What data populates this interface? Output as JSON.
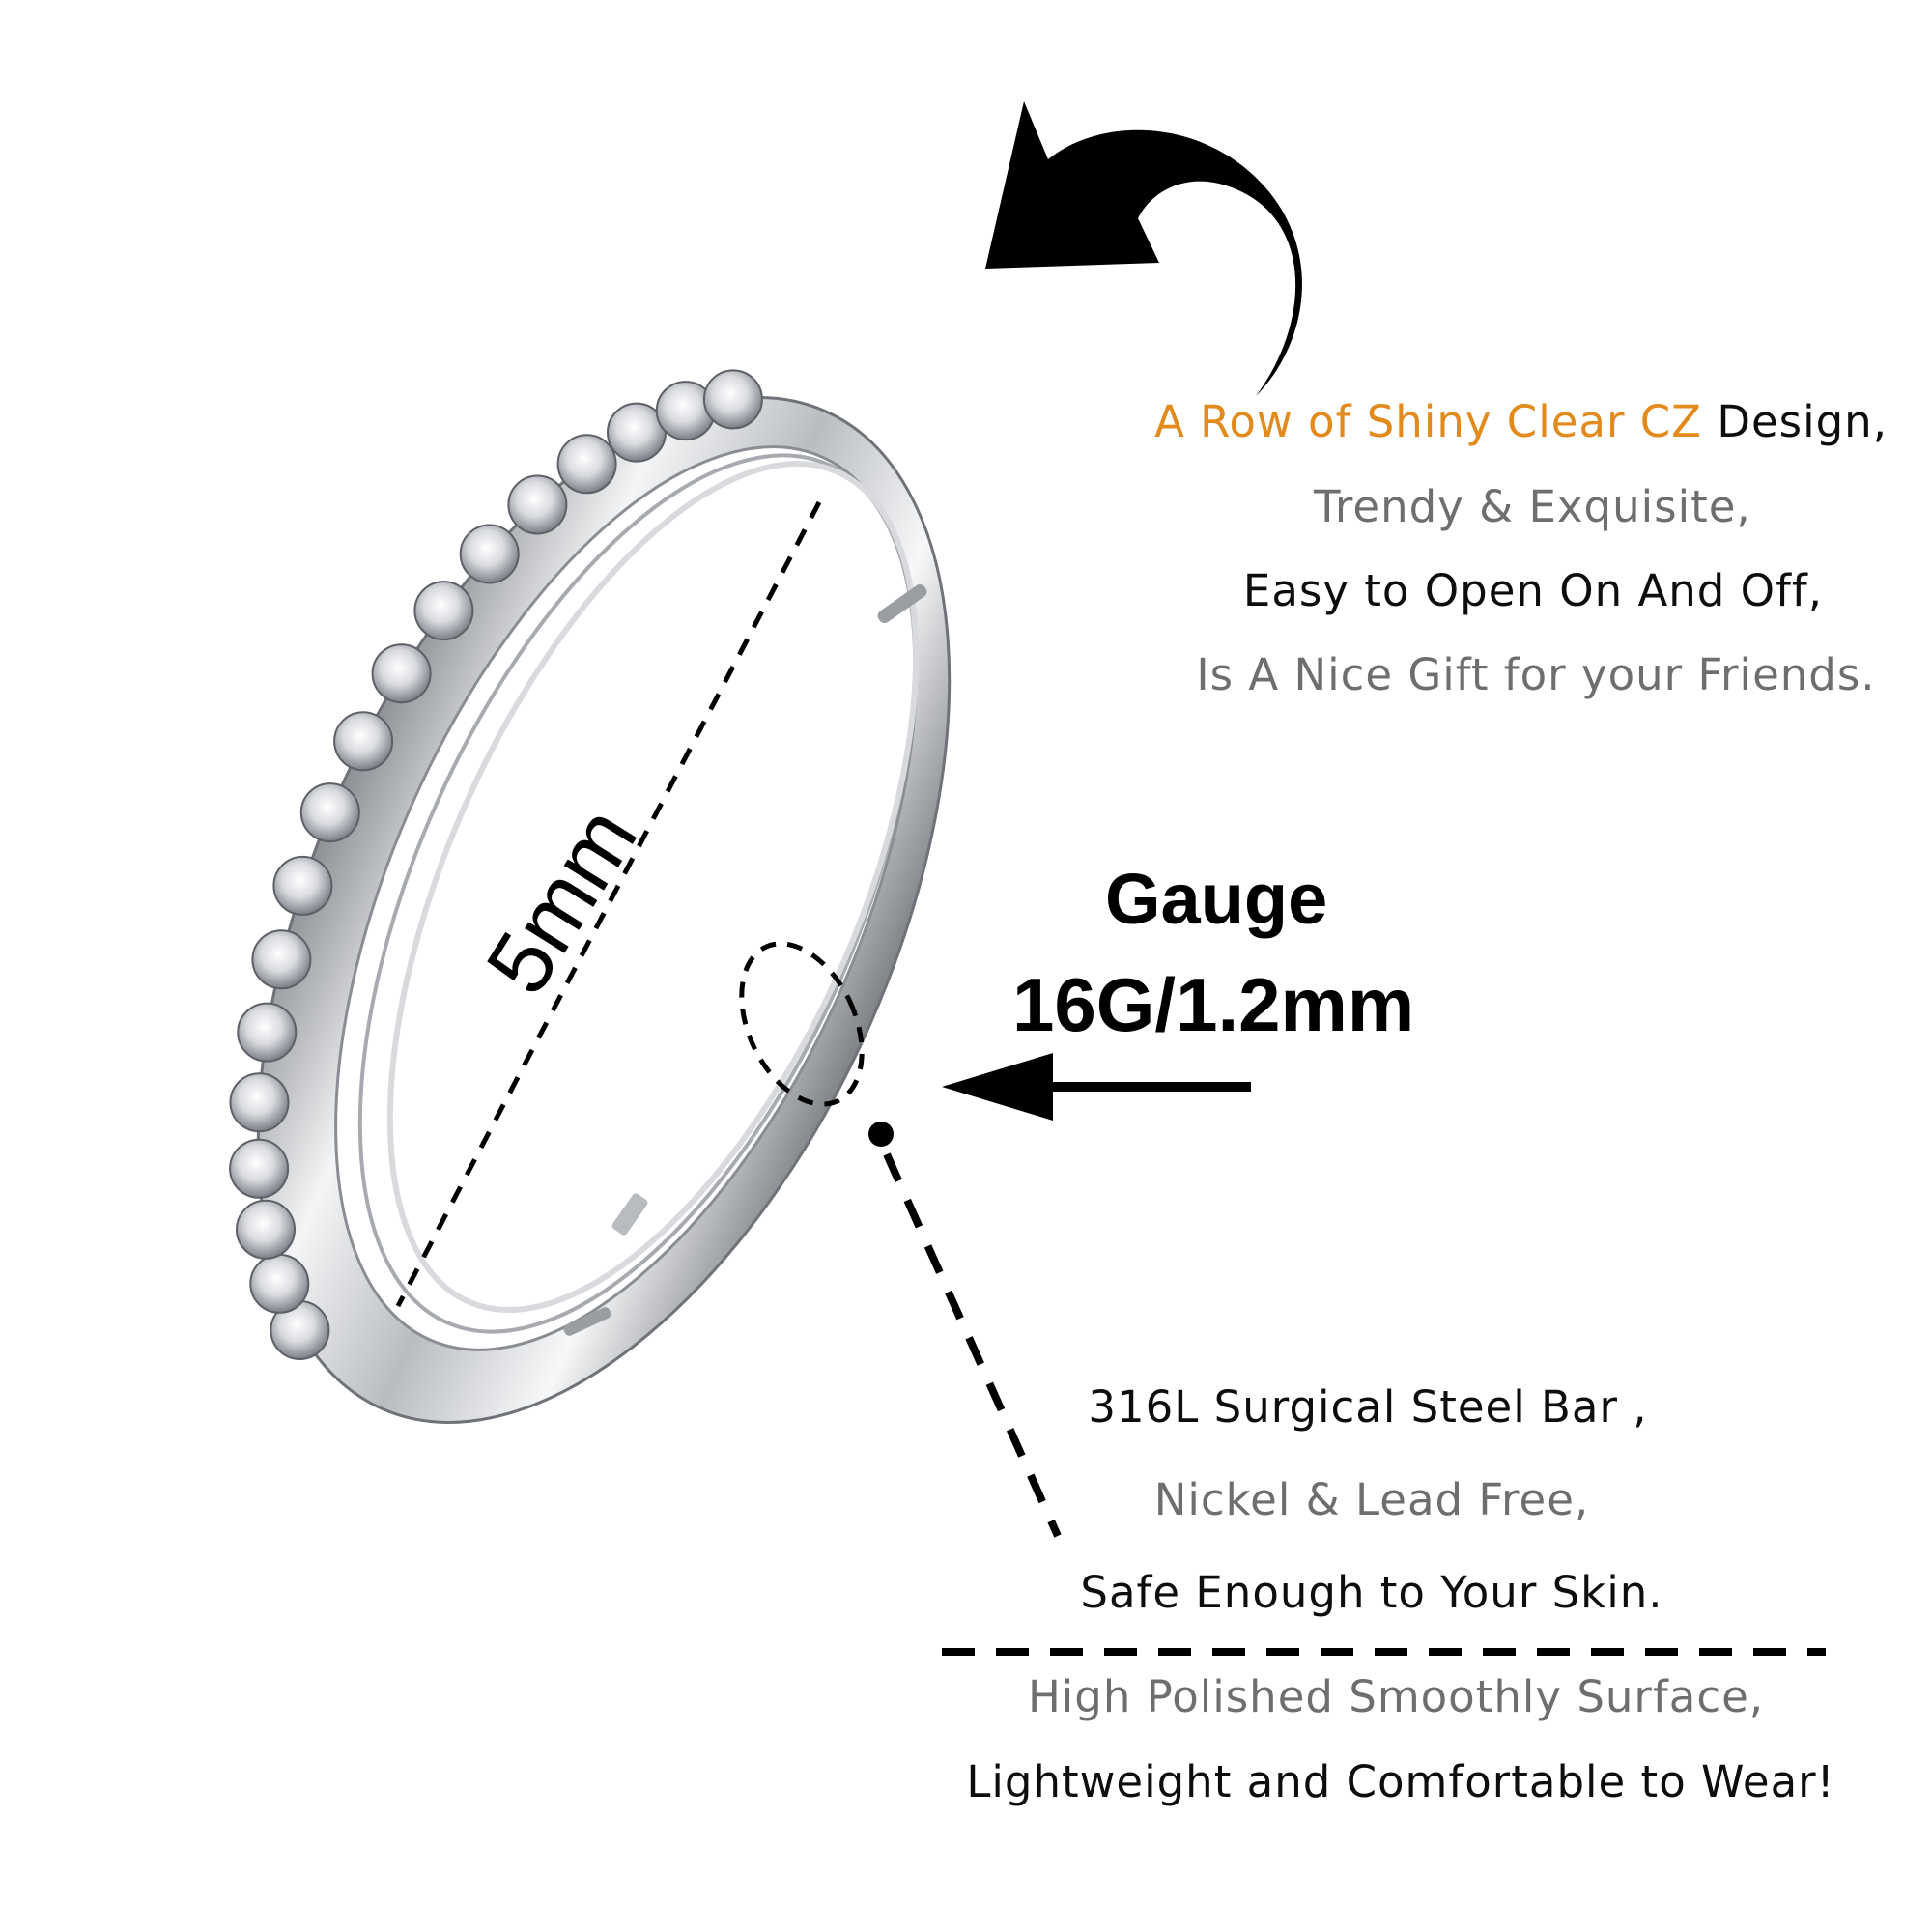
{
  "features_top": {
    "line1_highlight": "A Row of Shiny Clear CZ",
    "line1_rest": " Design,",
    "line2": "Trendy & Exquisite,",
    "line3": "Easy to Open On And Off,",
    "line4": "Is A Nice Gift for your Friends."
  },
  "gauge": {
    "title": "Gauge",
    "value": "16G/1.2mm"
  },
  "diameter_label": "5mm",
  "features_bottom": {
    "line1": "316L Surgical Steel Bar ,",
    "line2": "Nickel & Lead Free,",
    "line3": "Safe Enough to Your Skin.",
    "line4": "High Polished Smoothly Surface,",
    "line5": "Lightweight and Comfortable to Wear!"
  },
  "colors": {
    "highlight": "#e38a1c",
    "grey_text": "#6e6e6e",
    "dark_text": "#0d0d0d",
    "ring_metal": "#c9cbcf"
  },
  "icons": [
    "curved-arrow-icon",
    "gauge-pointer-arrow-icon"
  ]
}
